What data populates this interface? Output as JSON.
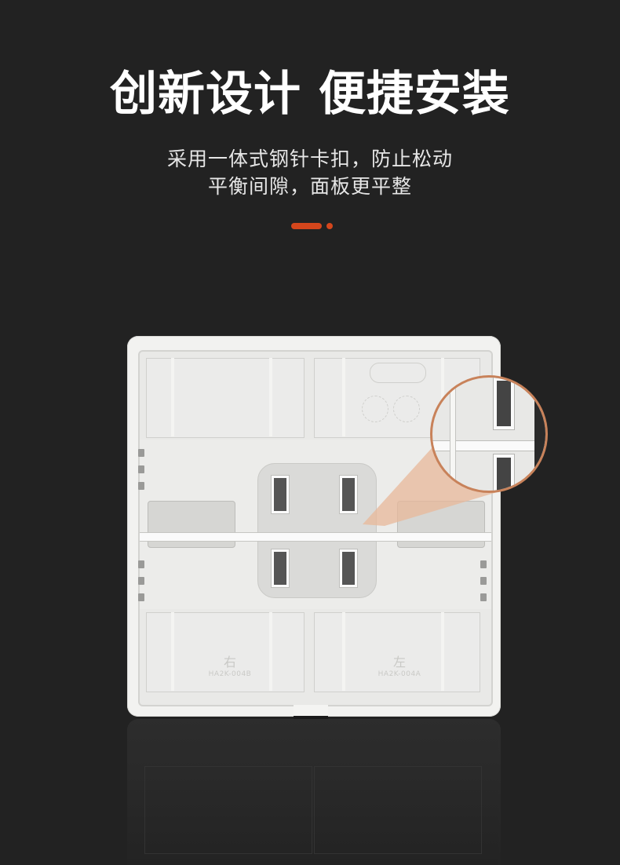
{
  "header": {
    "title": "创新设计 便捷安装",
    "subtitle_line1": "采用一体式钢针卡扣，防止松动",
    "subtitle_line2": "平衡间隙，面板更平整"
  },
  "colors": {
    "background": "#222222",
    "title": "#ffffff",
    "subtitle": "#e6e6e6",
    "accent": "#d4461c",
    "magnifier_ring": "#c8825a",
    "magnifier_cone": "#e8b89a"
  },
  "product": {
    "description": "Back view of double wall switch panel with steel pin clips",
    "left_module": {
      "label_char": "右",
      "model_code": "HA2K-004B"
    },
    "right_module": {
      "label_char": "左",
      "model_code": "HA2K-004A"
    },
    "callout": "magnified-steel-pin-clip-detail"
  }
}
